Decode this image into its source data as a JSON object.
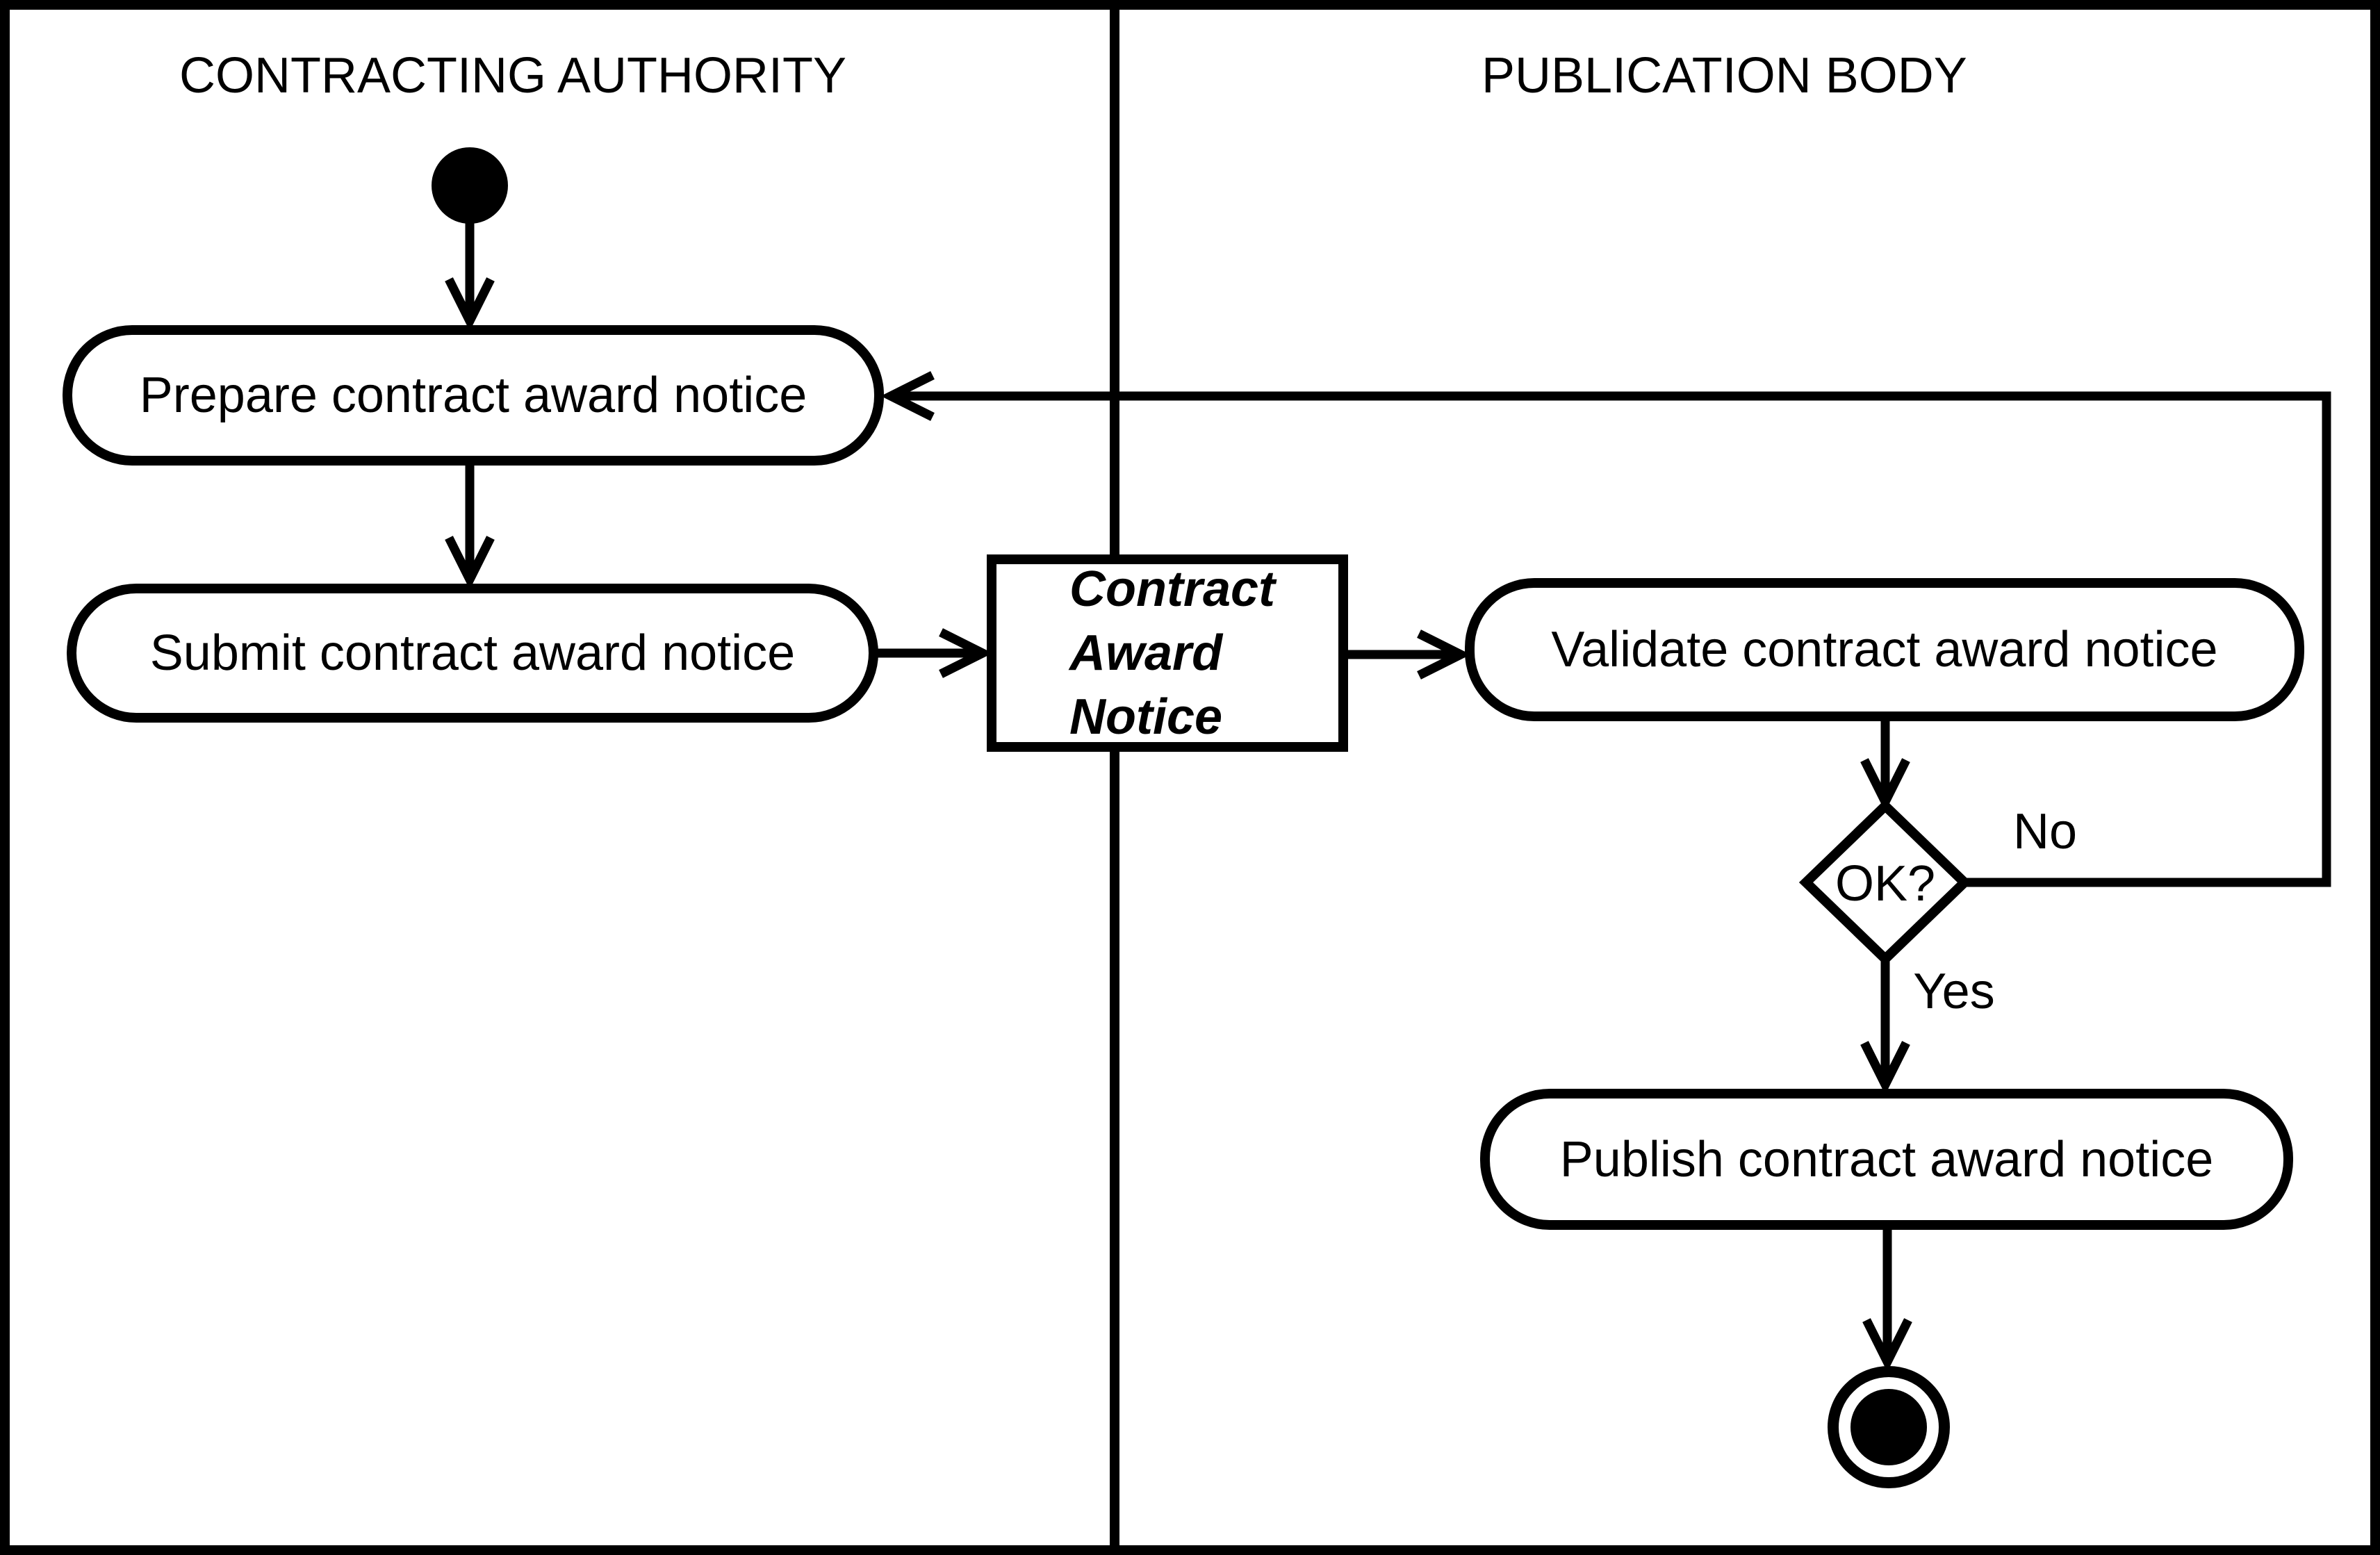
{
  "colors": {
    "ink": "#000000",
    "paper": "#ffffff"
  },
  "lanes": [
    {
      "title": "CONTRACTING AUTHORITY"
    },
    {
      "title": "PUBLICATION BODY"
    }
  ],
  "nodes": {
    "start": {
      "kind": "initial-node"
    },
    "prepare": {
      "label": "Prepare contract award notice"
    },
    "submit": {
      "label": "Submit contract award notice"
    },
    "contract_award_notice": {
      "lines": [
        "Contract",
        "Award",
        "Notice"
      ]
    },
    "validate": {
      "label": "Validate contract award notice"
    },
    "decision": {
      "label": "OK?"
    },
    "publish": {
      "label": "Publish contract award notice"
    },
    "end": {
      "kind": "final-node"
    }
  },
  "edge_labels": {
    "no": "No",
    "yes": "Yes"
  }
}
